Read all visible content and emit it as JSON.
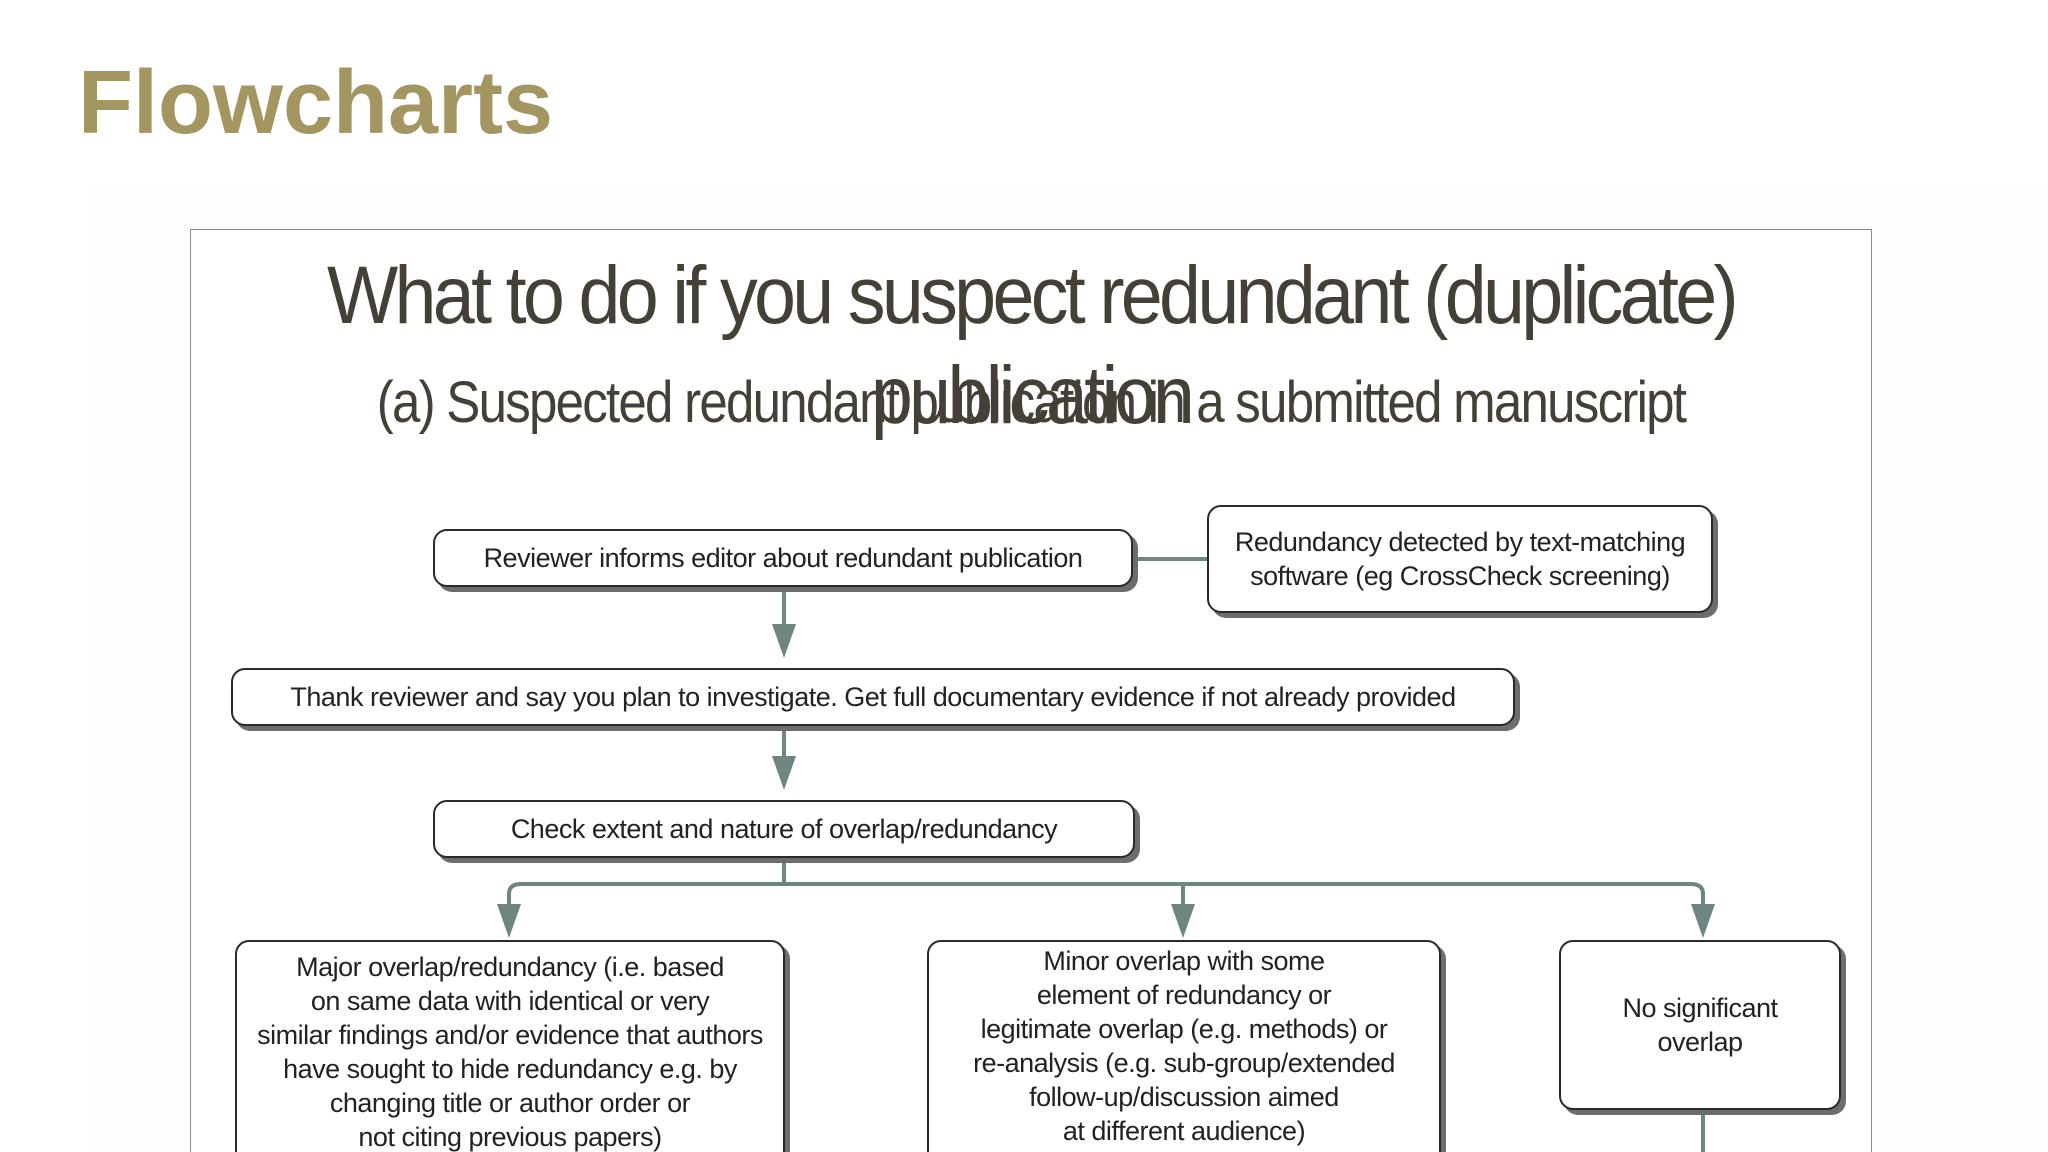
{
  "slide": {
    "title": "Flowcharts"
  },
  "figure": {
    "heading": "What to do if you suspect redundant (duplicate) publication",
    "subheading": "(a) Suspected redundant publication in a submitted manuscript",
    "nodes": {
      "reviewer_informs": "Reviewer informs editor about redundant publication",
      "software_detected": "Redundancy detected by text-matching\nsoftware (eg CrossCheck screening)",
      "thank_reviewer": "Thank reviewer and say you plan to investigate. Get full documentary evidence if not already provided",
      "check_extent": "Check extent and nature of overlap/redundancy",
      "major_overlap": "Major overlap/redundancy (i.e. based\non same data with identical or very\nsimilar findings and/or evidence that authors\nhave sought to hide redundancy e.g. by\nchanging title or author order or\nnot citing previous papers)",
      "minor_overlap": "Minor overlap with some\nelement of redundancy or\nlegitimate overlap (e.g. methods) or\nre-analysis (e.g. sub-group/extended\nfollow-up/discussion aimed\nat different audience)",
      "no_overlap": "No significant\noverlap"
    },
    "colors": {
      "title": "#a39660",
      "connector": "#6f8582",
      "box_border": "#2a2a2a",
      "box_shadow": "#6d6d6d"
    }
  }
}
